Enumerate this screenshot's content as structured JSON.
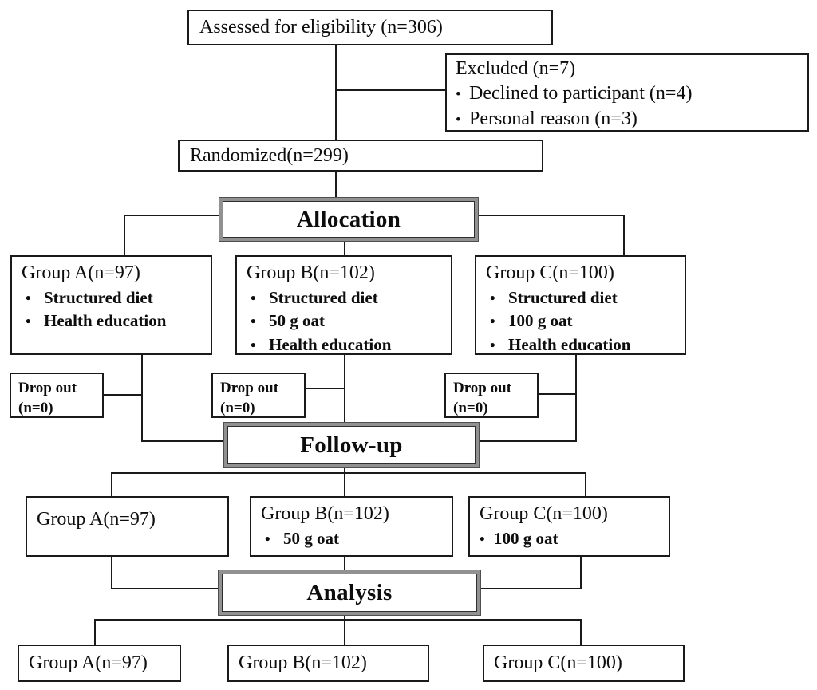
{
  "diagram": {
    "assessed": {
      "label": "Assessed for eligibility (n=306)"
    },
    "excluded": {
      "title": "Excluded (n=7)",
      "items": [
        "Declined to participant (n=4)",
        "Personal reason (n=3)"
      ]
    },
    "randomized": {
      "label": "Randomized(n=299)"
    },
    "stage_labels": {
      "allocation": "Allocation",
      "followup": "Follow-up",
      "analysis": "Analysis"
    },
    "allocation_groups": [
      {
        "title": "Group A(n=97)",
        "items": [
          "Structured diet",
          "Health education"
        ]
      },
      {
        "title": "Group B(n=102)",
        "items": [
          "Structured diet",
          "50 g oat",
          "Health education"
        ]
      },
      {
        "title": "Group C(n=100)",
        "items": [
          "Structured diet",
          "100 g oat",
          "Health education"
        ]
      }
    ],
    "dropout_boxes": [
      {
        "line1": "Drop out",
        "line2": "(n=0)"
      },
      {
        "line1": "Drop out",
        "line2": "(n=0)"
      },
      {
        "line1": "Drop out",
        "line2": "(n=0)"
      }
    ],
    "followup_groups": [
      {
        "title": "Group A(n=97)"
      },
      {
        "title": "Group B(n=102)",
        "items": [
          "50 g oat"
        ]
      },
      {
        "title": "Group C(n=100)",
        "items": [
          "100 g oat"
        ]
      }
    ],
    "analysis_groups": [
      {
        "title": "Group A(n=97)"
      },
      {
        "title": "Group B(n=102)"
      },
      {
        "title": "Group C(n=100)"
      }
    ],
    "colors": {
      "line": "#1a1a1a",
      "header_ring": "#919191",
      "background": "#ffffff"
    }
  }
}
